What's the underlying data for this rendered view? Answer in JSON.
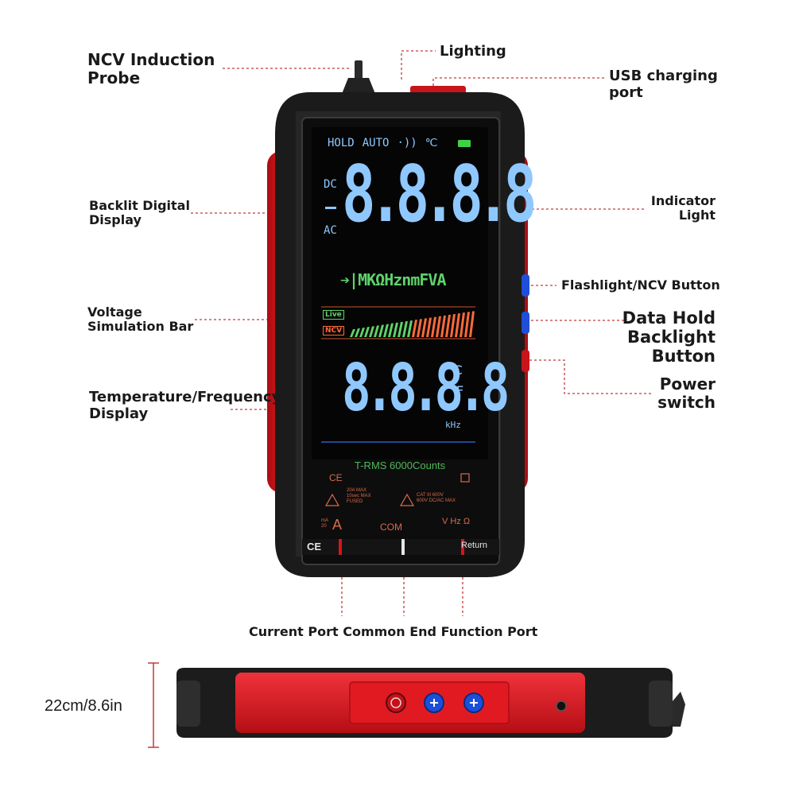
{
  "labels": {
    "ncv_probe": "NCV Induction\nProbe",
    "lighting": "Lighting",
    "usb_port": "USB charging\nport",
    "backlit_display": "Backlit Digital\nDisplay",
    "indicator_light": "Indicator\nLight",
    "flashlight_ncv_button": "Flashlight/NCV Button",
    "voltage_bar": "Voltage\nSimulation Bar",
    "data_hold_button": "Data Hold\nBacklight\nButton",
    "temp_freq_display": "Temperature/Frequency\nDisplay",
    "power_switch": "Power\nswitch",
    "ports": "Current Port Common End Function Port",
    "dimension": "22cm/8.6in"
  },
  "lcd": {
    "top_status": [
      "HOLD",
      "AUTO",
      "·))",
      "℃"
    ],
    "dc": "DC",
    "ac": "AC",
    "main_digits": "8.8.8.8",
    "units_row": "➔|MKΩHznmFVA",
    "live": "Live",
    "ncv": "NCV",
    "lower_digits": "8.8.8.8",
    "deg_c": "℃",
    "deg_f": "°F",
    "khz": "kHz",
    "trms": "T-RMS 6000Counts"
  },
  "panel": {
    "ce": "CE",
    "warn_left": "20A MAX\n10sec MAX\nFUSED",
    "warn_right": "CAT III 600V\n600V DC/AC MAX",
    "port_a": "A",
    "port_a_sub": "mA\n20",
    "port_com": "COM",
    "port_v": "V Hz Ω",
    "return": "Return"
  },
  "colors": {
    "body_red": "#d8141c",
    "body_black": "#1c1c1c",
    "lcd_blue": "#8fc8ff",
    "lcd_green": "#5fd26a",
    "lcd_orange": "#ff6a3a",
    "button_blue": "#1f4fd8"
  }
}
